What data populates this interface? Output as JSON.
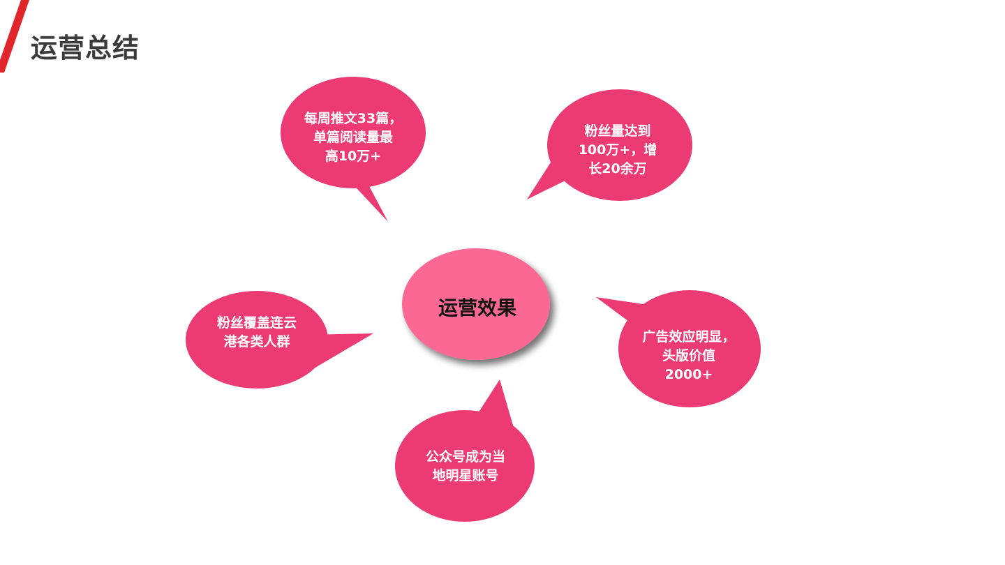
{
  "title": "运营总结",
  "center": {
    "label": "运营效果"
  },
  "bubbles": [
    {
      "text": "每周推文33篇，\n单篇阅读量最\n高10万+"
    },
    {
      "text": "粉丝量达到\n100万+，增\n长20余万"
    },
    {
      "text": "粉丝覆盖连云\n港各类人群"
    },
    {
      "text": "广告效应明显，\n头版价值\n2000+"
    },
    {
      "text": "公众号成为当\n地明星账号"
    }
  ],
  "colors": {
    "accent": "#e0262b",
    "bubble": "#ec3a72",
    "center": "#fb6793",
    "title": "#3b3b3b"
  }
}
